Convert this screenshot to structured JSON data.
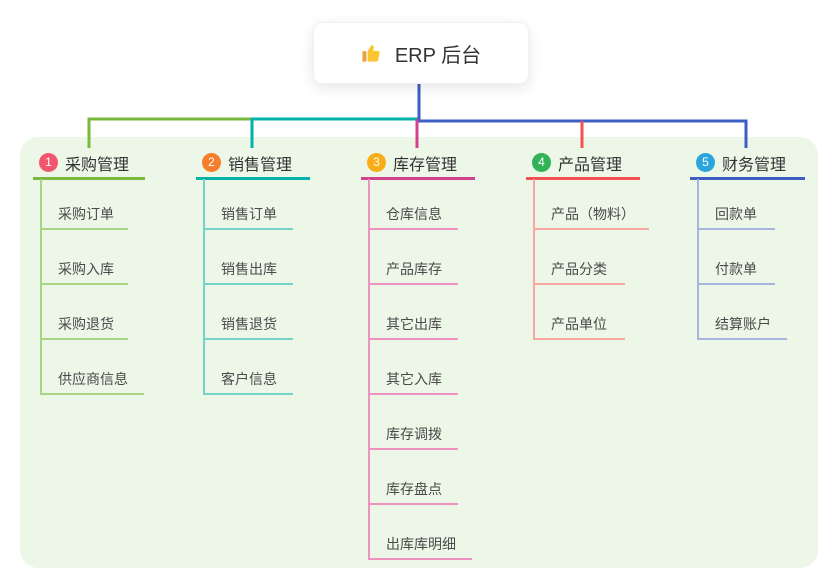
{
  "root": {
    "label": "ERP 后台",
    "icon": "thumbs-up-icon"
  },
  "colors": {
    "canvas": "#ffffff",
    "panel": "#edf7e7",
    "root_connector": "#4560c8",
    "icon_hand": "#fbc531",
    "icon_cuff": "#e8a33d"
  },
  "branches": [
    {
      "badge": "1",
      "label": "采购管理",
      "badge_color": "#f4566d",
      "color": "#7ab83e",
      "tint": "#a9d585",
      "children": [
        "采购订单",
        "采购入库",
        "采购退货",
        "供应商信息"
      ]
    },
    {
      "badge": "2",
      "label": "销售管理",
      "badge_color": "#f57d2b",
      "color": "#00b2a9",
      "tint": "#74d4c9",
      "children": [
        "销售订单",
        "销售出库",
        "销售退货",
        "客户信息"
      ]
    },
    {
      "badge": "3",
      "label": "库存管理",
      "badge_color": "#f9ae17",
      "color": "#d2418e",
      "tint": "#ef92c2",
      "children": [
        "仓库信息",
        "产品库存",
        "其它出库",
        "其它入库",
        "库存调拨",
        "库存盘点",
        "出库库明细"
      ]
    },
    {
      "badge": "4",
      "label": "产品管理",
      "badge_color": "#31b257",
      "color": "#f4504f",
      "tint": "#f9a7a0",
      "children": [
        "产品（物料）",
        "产品分类",
        "产品单位"
      ]
    },
    {
      "badge": "5",
      "label": "财务管理",
      "badge_color": "#2aa6dd",
      "color": "#3e5ec6",
      "tint": "#a5b5dc",
      "children": [
        "回款单",
        "付款单",
        "结算账户"
      ]
    }
  ]
}
